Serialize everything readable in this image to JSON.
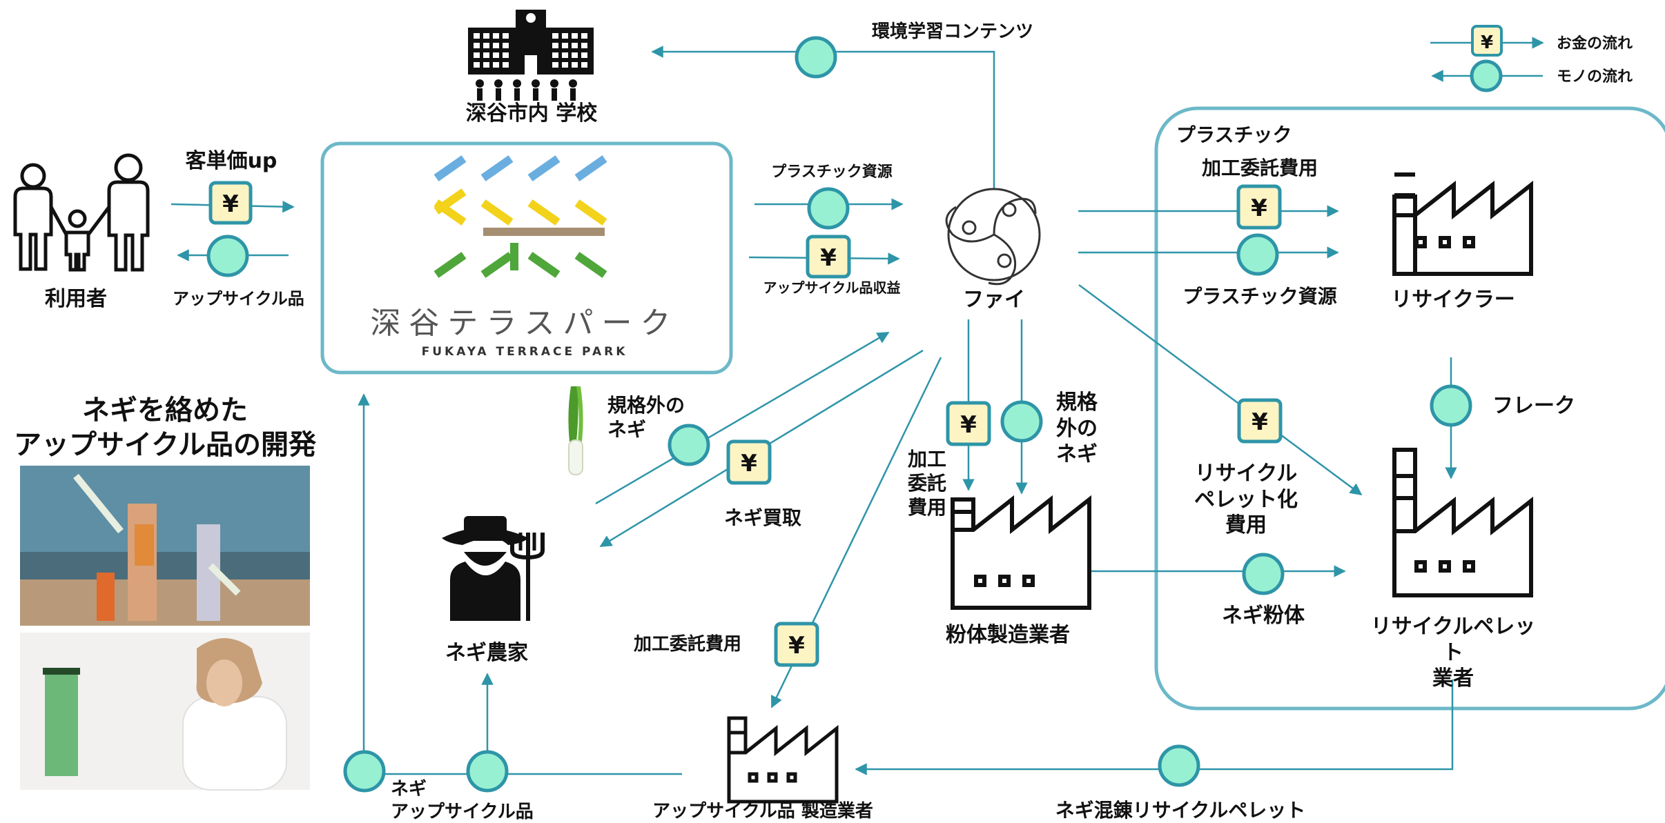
{
  "legend": {
    "money": "お金の流れ",
    "goods": "モノの流れ",
    "yen": "¥"
  },
  "school": {
    "label": "深谷市内 学校"
  },
  "user": {
    "label": "利用者",
    "money_label": "客単価up",
    "goods_label": "アップサイクル品"
  },
  "park": {
    "title": "深谷テラスパーク",
    "subtitle": "FUKAYA TERRACE PARK"
  },
  "fai": {
    "label": "ファイ"
  },
  "flows": {
    "env_content": "環境学習コンテンツ",
    "plastic_to_fai": "プラスチック資源",
    "upcycle_revenue": "アップサイクル品収益",
    "plastic_fee_title": "プラスチック",
    "plastic_fee": "加工委託費用",
    "plastic_to_recycler": "プラスチック資源",
    "flake": "フレーク",
    "pellet_fee": "リサイクル\nペレット化\n費用",
    "negi_powder": "ネギ粉体",
    "process_fee_powder": "加工\n委託\n費用",
    "offspec_negi_powder": "規格\n外の\nネギ",
    "offspec_negi": "規格外の\nネギ",
    "negi_purchase": "ネギ買取",
    "process_fee_maker": "加工委託費用",
    "negi_upcycle": "ネギ\nアップサイクル品",
    "negi_pellet": "ネギ混錬リサイクルペレット"
  },
  "recycler": {
    "label": "リサイクラー"
  },
  "pellet_maker": {
    "label": "リサイクルペレット\n業者"
  },
  "powder_maker": {
    "label": "粉体製造業者"
  },
  "farmer": {
    "label": "ネギ農家"
  },
  "upcycle_maker": {
    "label": "アップサイクル品 製造業者"
  },
  "dev": {
    "title": "ネギを絡めた\nアップサイクル品の開発"
  },
  "colors": {
    "teal": "#2e95a8",
    "goods_fill": "#97f0d2",
    "yen_fill": "#fdf4c4",
    "logo_blue": "#6aaee0",
    "logo_yellow": "#f2d21a",
    "logo_brown": "#a58e72",
    "logo_green": "#4fa63a"
  }
}
